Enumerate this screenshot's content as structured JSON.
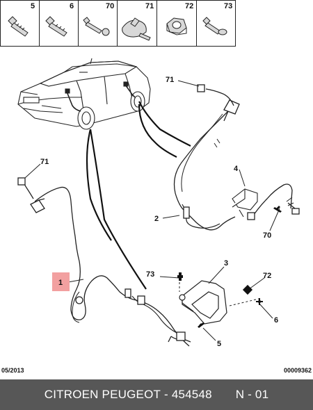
{
  "parts_header": [
    "5",
    "6",
    "70",
    "71",
    "72",
    "73"
  ],
  "callouts": {
    "c71_top": "71",
    "c71_left": "71",
    "c4": "4",
    "c2": "2",
    "c70": "70",
    "c1": "1",
    "c73": "73",
    "c3": "3",
    "c72": "72",
    "c6": "6",
    "c5": "5"
  },
  "meta": {
    "date": "05/2013",
    "ref": "00009362"
  },
  "footer": {
    "brand": "CITROEN PEUGEOT",
    "separator": " - ",
    "part_number": "454548",
    "page": "N - 01"
  },
  "colors": {
    "highlight": "#f2a0a0",
    "footer_bg": "#575757"
  }
}
